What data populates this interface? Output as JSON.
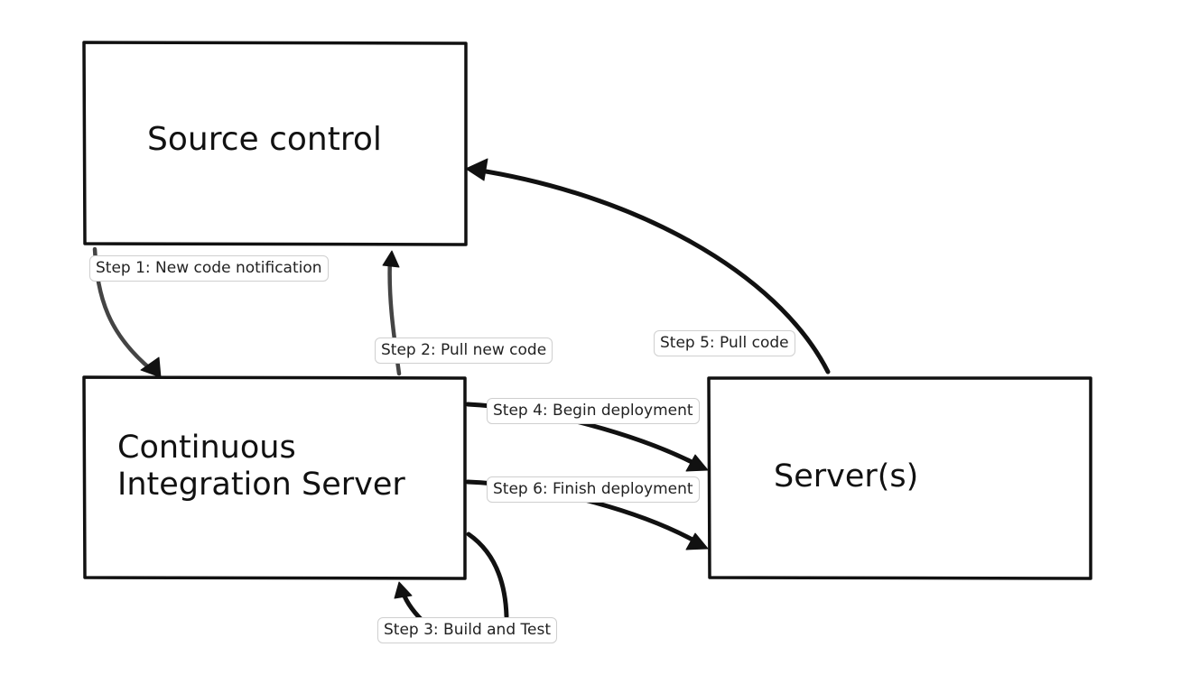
{
  "diagram": {
    "nodes": {
      "source_control": "Source control",
      "ci_server_line1": "Continuous",
      "ci_server_line2": "Integration Server",
      "servers": "Server(s)"
    },
    "steps": {
      "step1": "Step 1: New code notification",
      "step2": "Step 2: Pull new code",
      "step3": "Step 3: Build and Test",
      "step4": "Step 4: Begin deployment",
      "step5": "Step 5: Pull code",
      "step6": "Step 6: Finish deployment"
    },
    "edges": [
      {
        "from": "source_control",
        "to": "ci_server",
        "label": "step1"
      },
      {
        "from": "ci_server",
        "to": "source_control",
        "label": "step2"
      },
      {
        "from": "ci_server",
        "to": "ci_server",
        "label": "step3"
      },
      {
        "from": "ci_server",
        "to": "servers",
        "label": "step4"
      },
      {
        "from": "servers",
        "to": "source_control",
        "label": "step5"
      },
      {
        "from": "ci_server",
        "to": "servers",
        "label": "step6"
      }
    ]
  }
}
